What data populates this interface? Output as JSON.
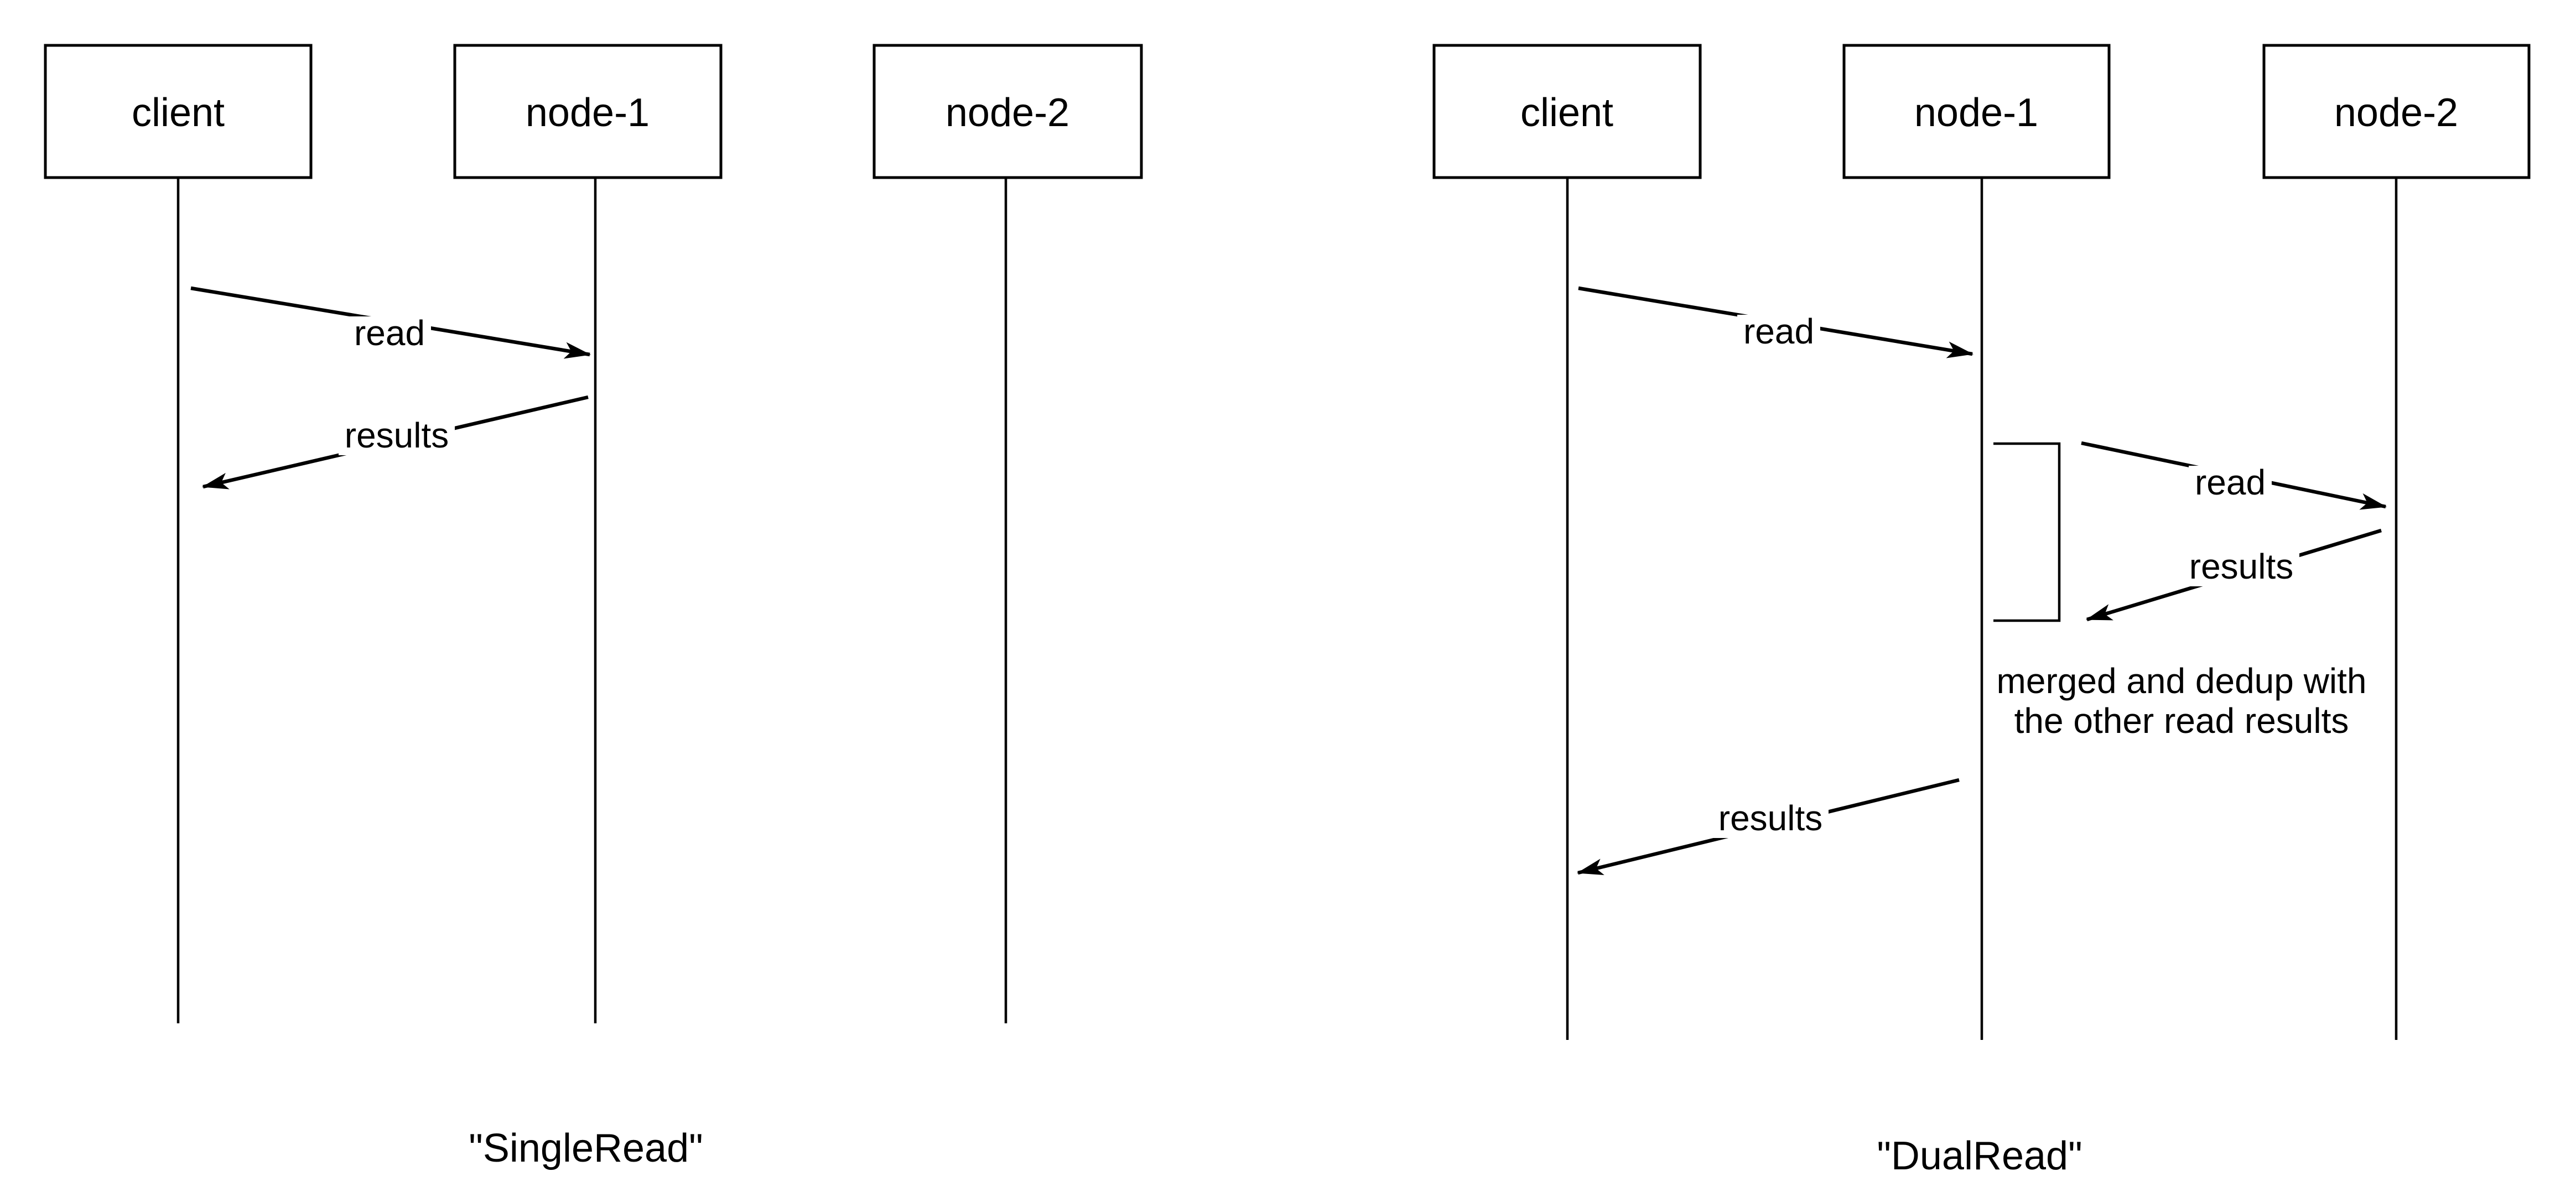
{
  "page": {
    "background_color": "#ffffff",
    "ink_color": "#000000"
  },
  "diagrams": [
    {
      "id": "single-read",
      "caption": "\"SingleRead\"",
      "actors": [
        "client",
        "node-1",
        "node-2"
      ],
      "messages": [
        {
          "from": "client",
          "to": "node-1",
          "label": "read"
        },
        {
          "from": "node-1",
          "to": "client",
          "label": "results"
        }
      ]
    },
    {
      "id": "dual-read",
      "caption": "\"DualRead\"",
      "actors": [
        "client",
        "node-1",
        "node-2"
      ],
      "messages": [
        {
          "from": "client",
          "to": "node-1",
          "label": "read"
        },
        {
          "from": "node-1",
          "to": "node-2",
          "label": "read"
        },
        {
          "from": "node-2",
          "to": "node-1",
          "label": "results"
        },
        {
          "from": "node-1",
          "to": "client",
          "label": "results"
        }
      ],
      "note": {
        "line1": "merged and dedup with",
        "line2": "the other read results"
      }
    }
  ]
}
